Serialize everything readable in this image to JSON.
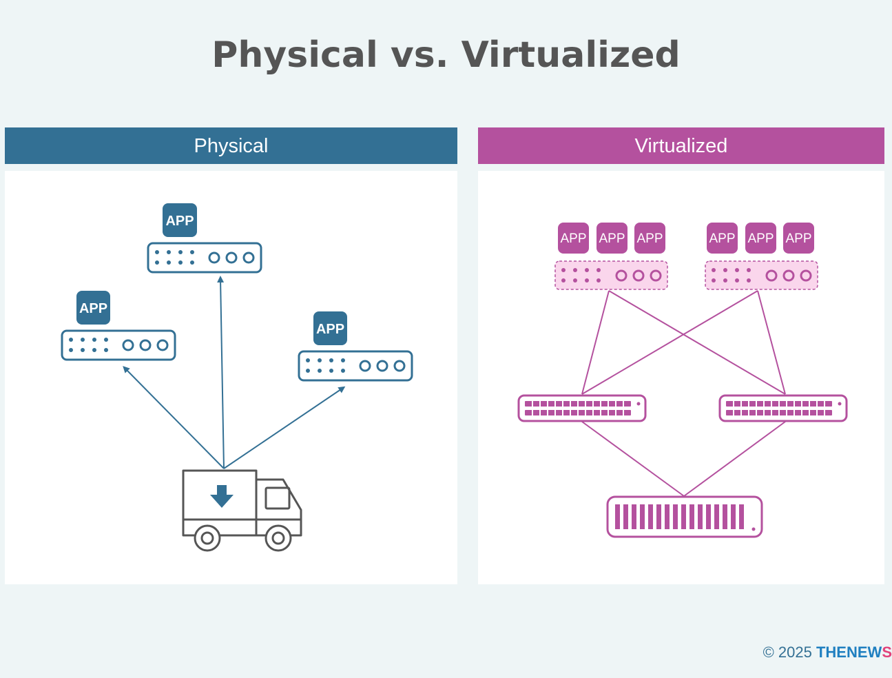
{
  "title": "Physical vs. Virtualized",
  "panels": {
    "physical": {
      "label": "Physical",
      "color": "#337094"
    },
    "virtualized": {
      "label": "Virtualized",
      "color": "#b4519e"
    }
  },
  "app_label": "APP",
  "footer": {
    "copyright_prefix": "© 2025 ",
    "brand_main": "THENEW",
    "brand_accent": "S"
  },
  "icons": [
    "server-icon",
    "truck-icon",
    "download-arrow-icon",
    "network-switch-icon",
    "storage-array-icon"
  ]
}
